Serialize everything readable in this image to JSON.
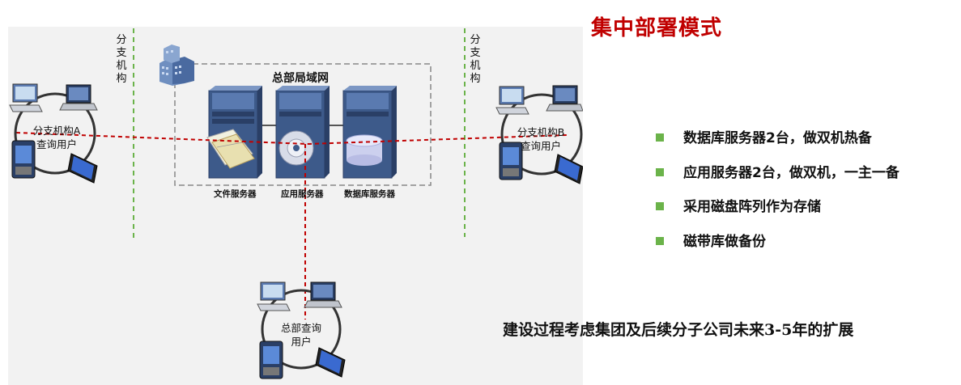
{
  "title": "集中部署模式",
  "diagram": {
    "lan_label": "总部局域网",
    "branch_vertical_label": [
      "分",
      "支",
      "机",
      "构"
    ],
    "servers": [
      {
        "label": "文件服务器",
        "icon": "file-server-icon"
      },
      {
        "label": "应用服务器",
        "icon": "app-server-icon"
      },
      {
        "label": "数据库服务器",
        "icon": "database-server-icon"
      }
    ],
    "branch_a": {
      "line1": "分支机构A",
      "line2": "查询用户"
    },
    "branch_b": {
      "line1": "分支机构B",
      "line2": "查询用户"
    },
    "hq": {
      "line1": "总部查询",
      "line2": "用户"
    },
    "colors": {
      "link": "#c00000",
      "boundary": "#6bb34a",
      "server": "#3d5a8a",
      "title": "#c00000",
      "bullet": "#6bb34a"
    }
  },
  "bullets": [
    "数据库服务器2台，做双机热备",
    "应用服务器2台，做双机，一主一备",
    "采用磁盘阵列作为存储",
    "磁带库做备份"
  ],
  "footer": "建设过程考虑集团及后续分子公司未来3-5年的扩展"
}
